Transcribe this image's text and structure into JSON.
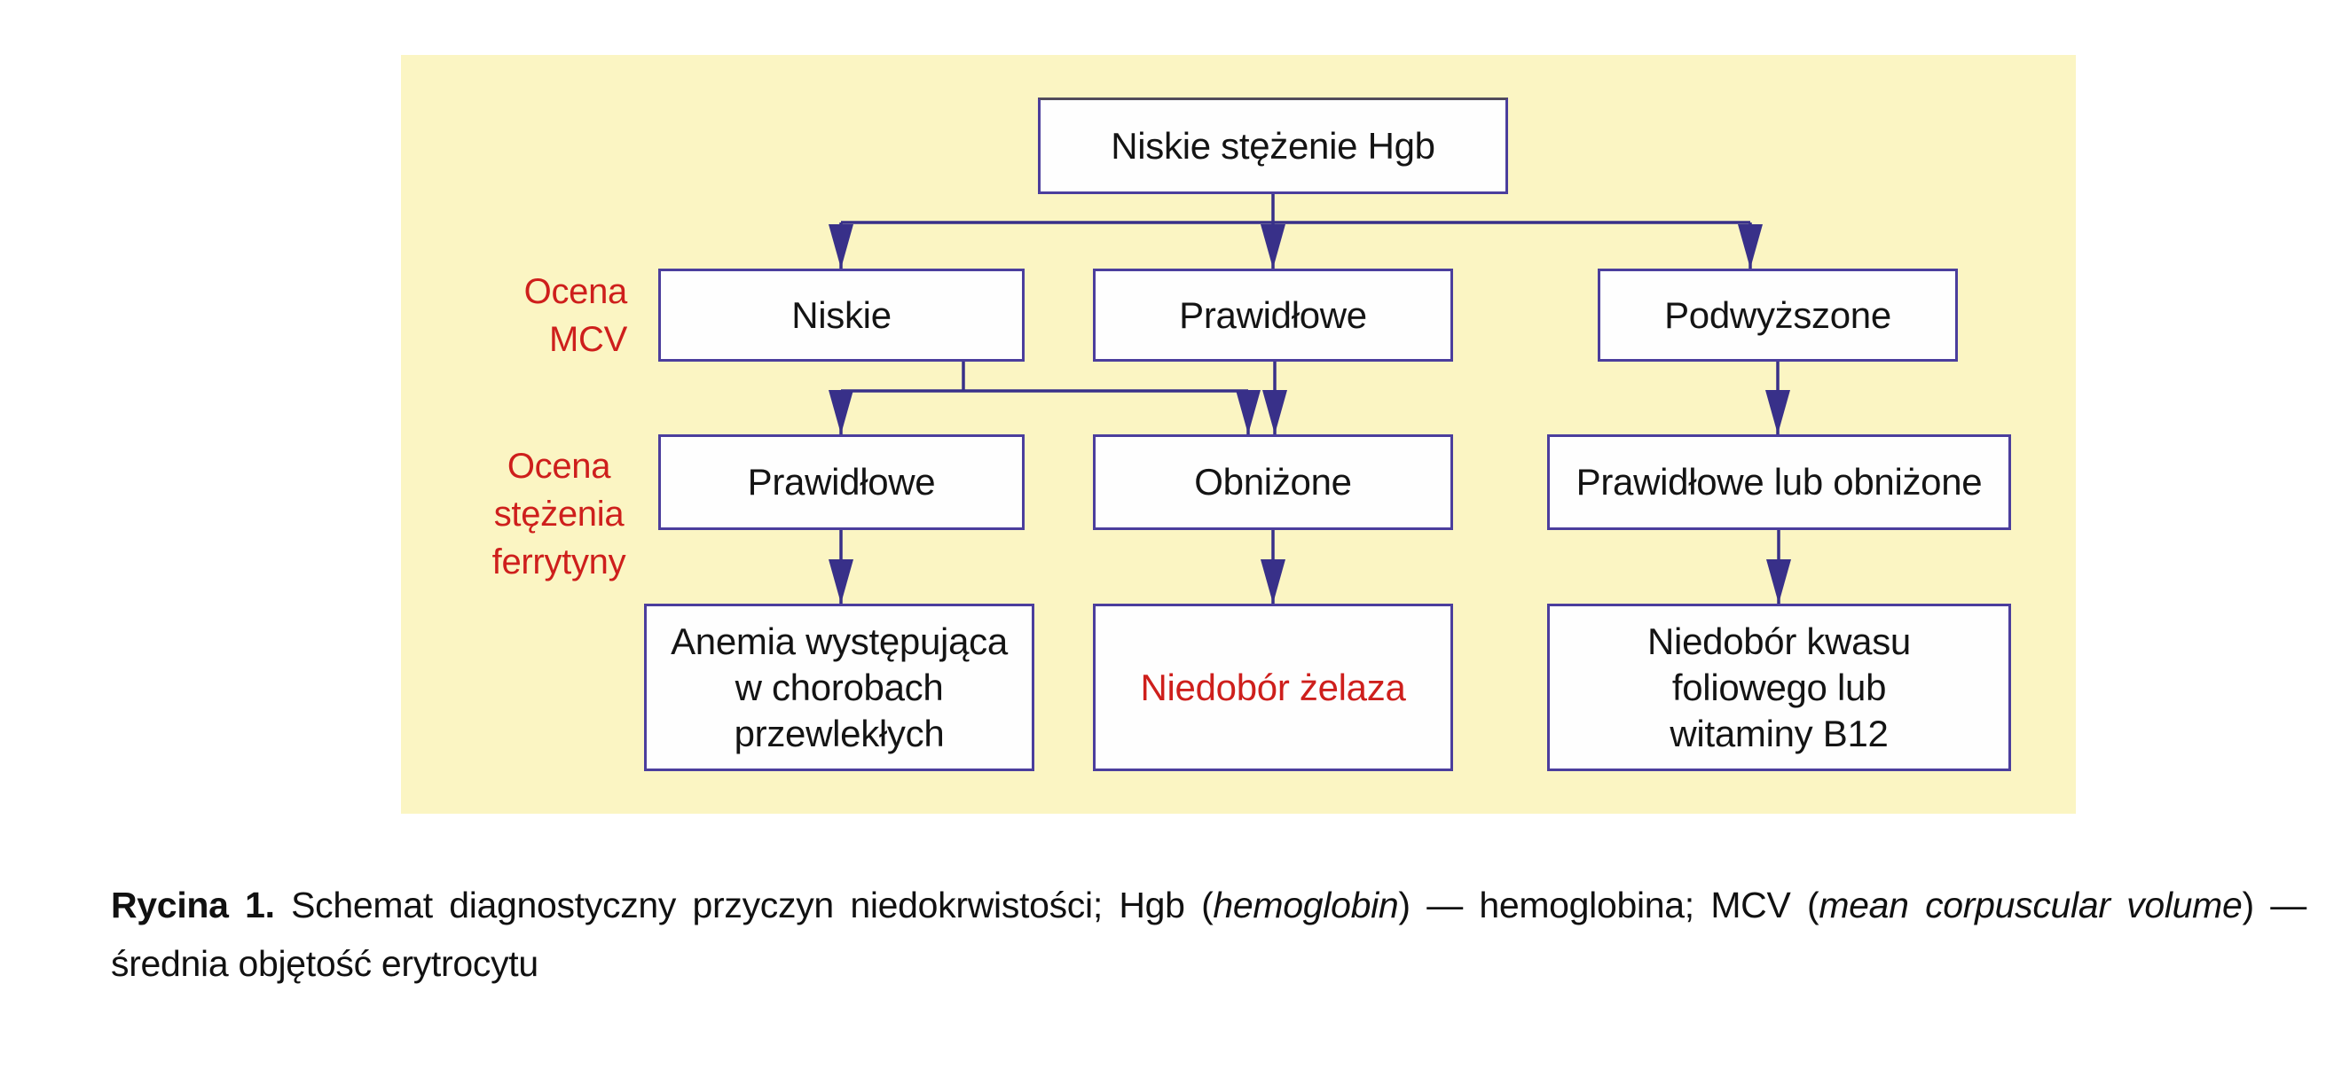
{
  "colors": {
    "panel_bg": "#fbf5c3",
    "box_fill": "#fefefe",
    "box_border": "#4b3e9d",
    "connector": "#383089",
    "red": "#ce1f1c",
    "text": "#141414"
  },
  "flowchart": {
    "nodes": {
      "root": "Niskie stężenie Hgb",
      "mcv_low": "Niskie",
      "mcv_normal": "Prawidłowe",
      "mcv_high": "Podwyższone",
      "ferritin_normal": "Prawidłowe",
      "ferritin_low": "Obniżone",
      "ferritin_normal_or_low": "Prawidłowe lub obniżone",
      "outcome_chronic": "Anemia występująca w chorobach przewlekłych",
      "outcome_iron": "Niedobór żelaza",
      "outcome_b12": "Niedobór kwasu foliowego lub witaminy B12"
    },
    "side_labels": {
      "mcv": "Ocena MCV",
      "ferritin_line1": "Ocena",
      "ferritin_line2": "stężenia",
      "ferritin_line3": "ferrytyny"
    }
  },
  "caption": {
    "label": "Rycina 1.",
    "seg1": " Schemat diagnostyczny przyczyn niedokrwistości; Hgb (",
    "italic1": "hemoglobin",
    "seg2": ") — hemoglobina; MCV (",
    "italic2": "mean corpuscular volume",
    "seg3": ") —",
    "line2": "średnia objętość erytrocytu"
  }
}
